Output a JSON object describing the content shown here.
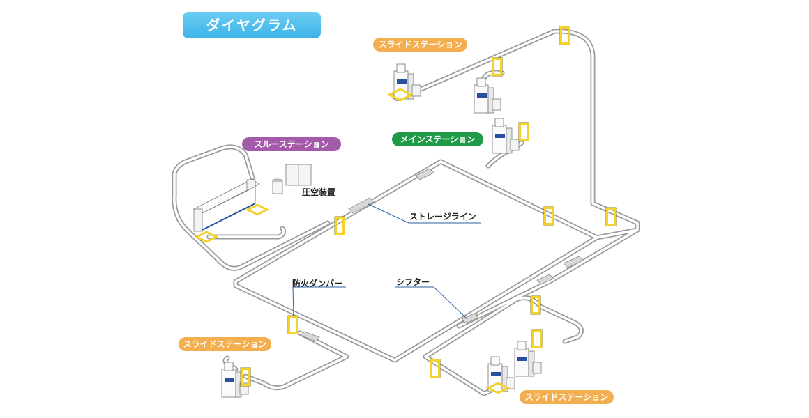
{
  "title": "ダイヤグラム",
  "stations": {
    "slide_top": "スライドステーション",
    "through": "スルーステーション",
    "main": "メインステーション",
    "slide_left": "スライドステーション",
    "slide_bottom": "スライドステーション"
  },
  "labels": {
    "compressor": "圧空装置",
    "storage_line": "ストレージライン",
    "fire_damper": "防火ダンパー",
    "shifter": "シフター"
  },
  "colors": {
    "title_blue": "#3db3e8",
    "slide_orange": "#f3ae4f",
    "through_purple": "#a35aa8",
    "main_green": "#1f9a46",
    "damper_yellow": "#f4d22a",
    "leader_blue": "#2a5fa0",
    "rail_gray": "#9a9a9a"
  },
  "icons": [
    "fire-damper-icon",
    "station-machine-icon",
    "compressor-icon",
    "tank-icon"
  ]
}
